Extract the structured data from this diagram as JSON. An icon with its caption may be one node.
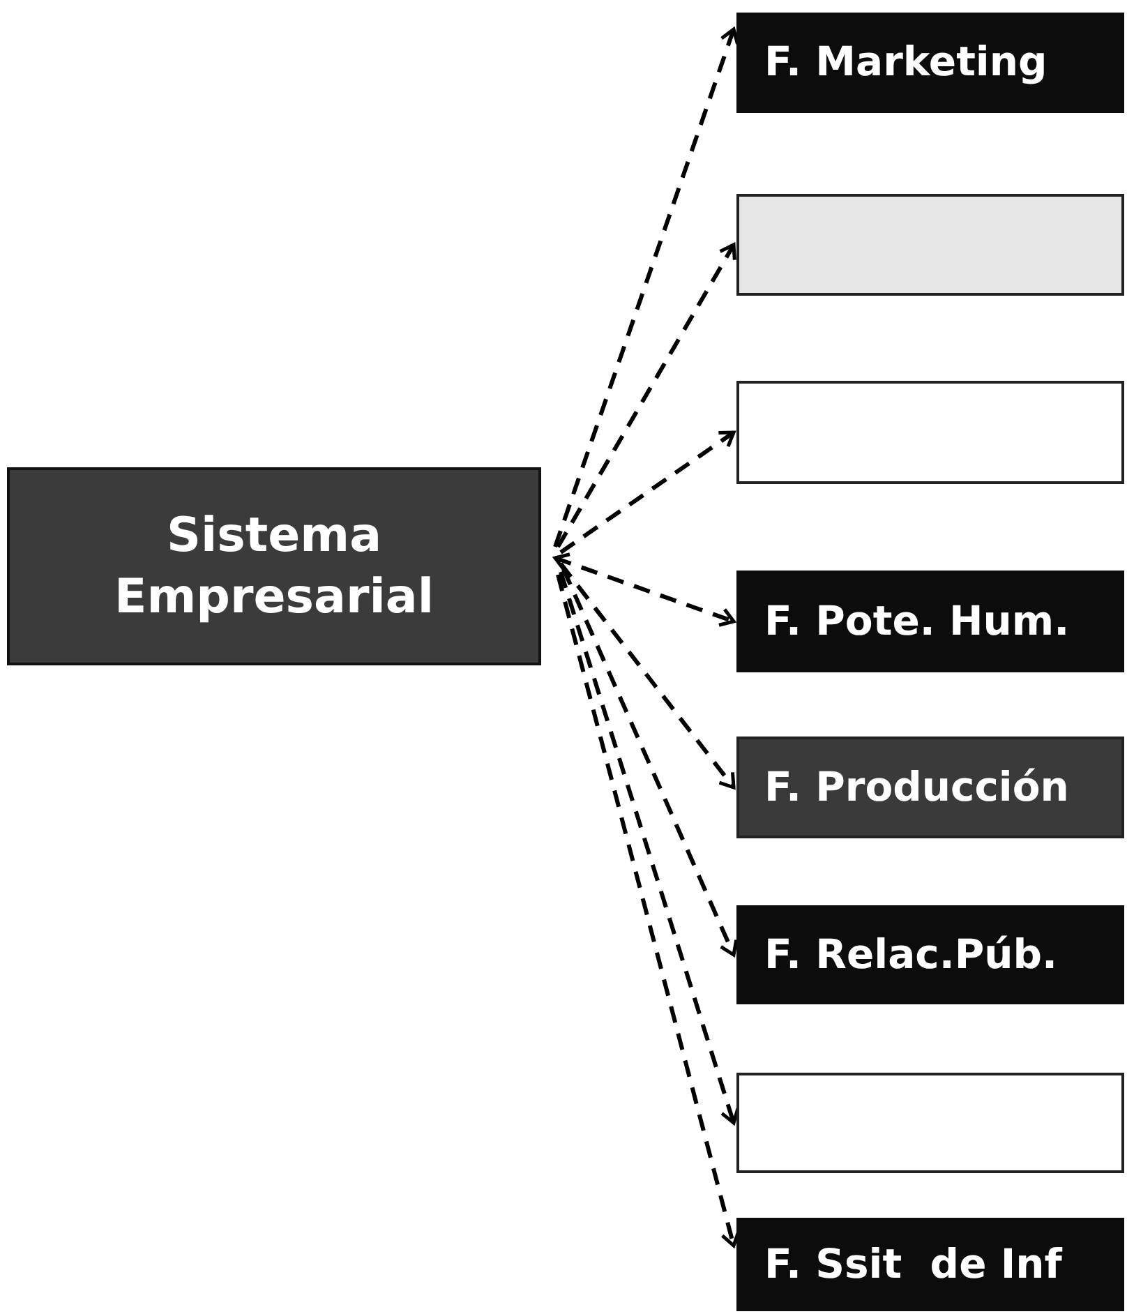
{
  "diagram": {
    "nodes": [
      {
        "text": [
          "Sistema Empresarial"
        ]
      },
      {
        "text": [
          "F. Marketing"
        ]
      },
      {
        "text": [],
        "shape": "box"
      },
      {
        "text": [],
        "shape": "box"
      },
      {
        "text": [
          "F. Pote. Hum."
        ]
      },
      {
        "text": [
          "F. Producción"
        ]
      },
      {
        "text": [
          "F. Relac.Púb."
        ]
      },
      {
        "text": [],
        "shape": "box"
      },
      {
        "text": [
          "F. Ssit  de Inf"
        ]
      }
    ],
    "edges": [
      {
        "from": 0,
        "to": 1,
        "arrow": "to",
        "style": "dashed"
      },
      {
        "from": 0,
        "to": 2,
        "arrow": "to",
        "style": "dashed"
      },
      {
        "from": 0,
        "to": 3,
        "arrow": "to",
        "style": "dashed"
      },
      {
        "from": 0,
        "to": 4,
        "arrow": "both",
        "style": "dashed"
      },
      {
        "from": 0,
        "to": 5,
        "arrow": "to",
        "style": "dashed"
      },
      {
        "from": 0,
        "to": 6,
        "arrow": "to",
        "style": "dashed"
      },
      {
        "from": 0,
        "to": 7,
        "arrow": "to",
        "style": "dashed"
      },
      {
        "from": 0,
        "to": 8,
        "arrow": "to",
        "style": "dashed"
      }
    ]
  }
}
